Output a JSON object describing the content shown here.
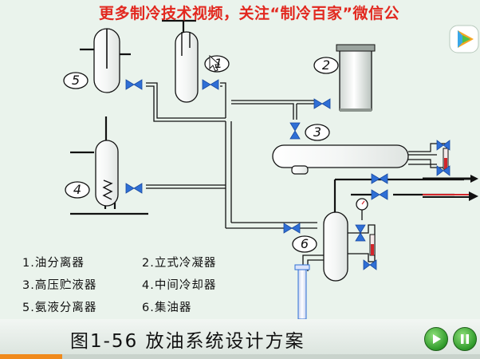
{
  "watermark": "更多制冷技术视频，关注“制冷百家”微信公",
  "caption": "图1-56   放油系统设计方案",
  "equipment_labels": [
    "5",
    "1",
    "2",
    "3",
    "4",
    "6"
  ],
  "legend": {
    "items": [
      "1.油分离器",
      "2.立式冷凝器",
      "3.高压贮液器",
      "4.中间冷却器",
      "5.氨液分离器",
      "6.集油器"
    ]
  },
  "player": {
    "progress": 0.13
  },
  "colors": {
    "background": "#eaf3ec",
    "pipe": "#111111",
    "pipe_fill": "#ffffff",
    "valve": "#2f6fd6",
    "gauge_red": "#d3262b",
    "watermark": "#e2281f",
    "progress": "#f08a1c"
  }
}
